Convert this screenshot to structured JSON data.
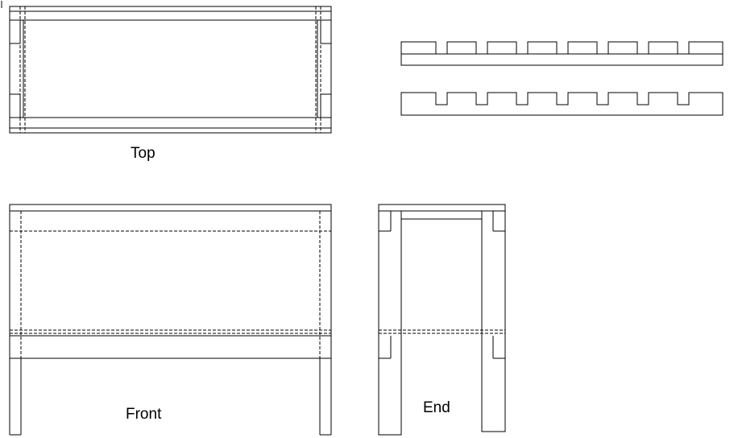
{
  "views": {
    "top": {
      "label": "Top"
    },
    "front": {
      "label": "Front"
    },
    "end": {
      "label": "End"
    }
  },
  "slats": {
    "count": 8
  },
  "colors": {
    "line": "#000000",
    "background": "#ffffff"
  }
}
